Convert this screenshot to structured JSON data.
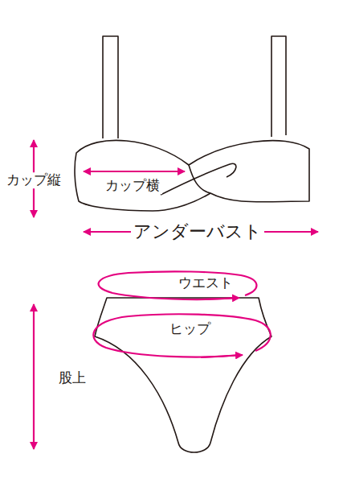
{
  "diagram": {
    "labels": [
      "カップ縦",
      "カップ横",
      "アンダーバスト",
      "ウエスト",
      "ヒップ",
      "股上"
    ]
  }
}
